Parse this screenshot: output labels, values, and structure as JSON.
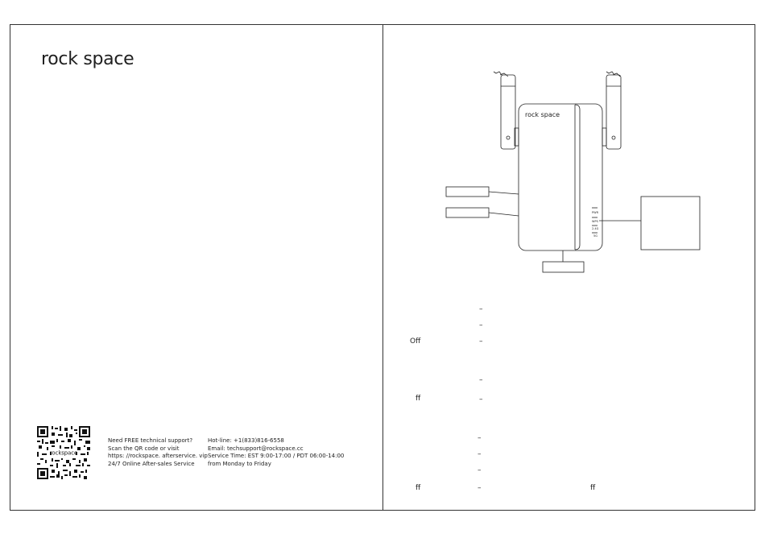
{
  "left_page": {
    "brand": "rock space",
    "support": {
      "line1": "Need FREE technical support?",
      "line2": "Scan the QR code or visit",
      "line3": "https: //rockspace. afterservice. vip",
      "line4": "24/7 Online After-sales Service",
      "hotline": "Hot-line: +1(833)816-6558",
      "email": "Email: techsupport@rockspace.cc",
      "service_time": "Service Time: EST 9:00-17:00 / PDT 06:00-14:00",
      "days": "from Monday to Friday"
    },
    "qr_label": "rockspace"
  },
  "right_page": {
    "device_brand": "rock space",
    "led_labels": [
      "PWR",
      "WPS",
      "2.4G",
      "5G"
    ],
    "list": {
      "dash": "–",
      "off": "Off",
      "ff": "ff"
    }
  }
}
